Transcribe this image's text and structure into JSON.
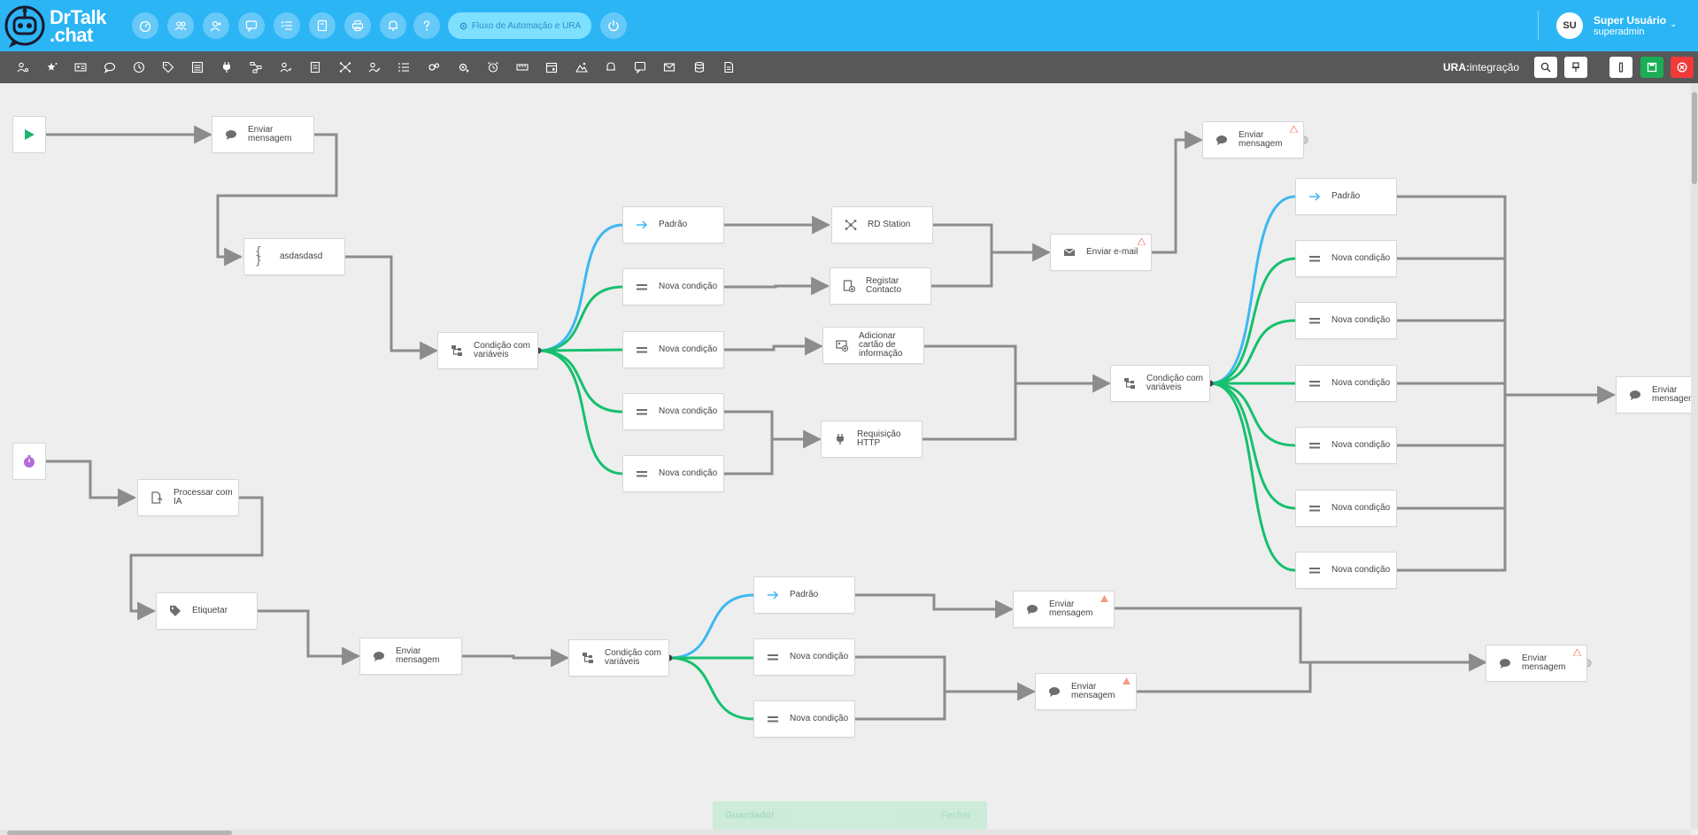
{
  "app": {
    "logo_line1": "DrTalk",
    "logo_line2": ".chat",
    "brand_color": "#2bb5f5",
    "toolbar_color": "#585858"
  },
  "header": {
    "nav_icons": [
      "dashboard-icon",
      "users-icon",
      "user-plus-icon",
      "chat-icon",
      "checklist-icon",
      "book-icon",
      "printer-icon",
      "bell-icon",
      "help-icon"
    ],
    "flow_button": "Fluxo de Automação e URA",
    "power_icon": "power-icon",
    "user": {
      "initials": "SU",
      "name": "Super Usuário",
      "role": "superadmin"
    }
  },
  "toolbar": {
    "tools": [
      "user-key-icon",
      "star-icon",
      "id-card-icon",
      "message-icon",
      "clock-icon",
      "tag-icon",
      "list-icon",
      "plug-icon",
      "flow-icon",
      "user-check-icon",
      "document-icon",
      "network-icon",
      "user-edit-icon",
      "tasks-icon",
      "gears-icon",
      "robot-gear-icon",
      "alarm-icon",
      "ruler-icon",
      "calendar-icon",
      "image-icon",
      "notification-icon",
      "chat-screen-icon",
      "mail-icon",
      "database-icon",
      "file-icon"
    ],
    "ura_prefix": "URA:",
    "ura_name": "integração",
    "right_buttons": [
      "search-icon",
      "pin-icon",
      "info-icon",
      "save-icon",
      "close-icon"
    ],
    "save_color": "#1aae55",
    "close_color": "#f03a3a"
  },
  "nodes": {
    "n1": "Enviar\nmensagem",
    "n2": "asdasdasd",
    "n3": "Condição com\nvariáveis",
    "n4": "Padrão",
    "n5": "Nova condição",
    "n6": "Nova condição",
    "n7": "Nova condição",
    "n8": "Nova condição",
    "n9": "RD Station",
    "n10": "Registar\nContacto",
    "n11": "Adicionar\ncartão de\ninformação",
    "n12": "Requisição\nHTTP",
    "n13": "Enviar e-mail",
    "n14": "Enviar\nmensagem",
    "n15": "Condição com\nvariáveis",
    "n16": "Padrão",
    "n17": "Nova condição",
    "n18": "Nova condição",
    "n19": "Nova condição",
    "n20": "Nova condição",
    "n21": "Nova condição",
    "n22": "Nova condição",
    "n23": "Enviar\nmensagem",
    "n24": "Processar com\nIA",
    "n25": "Etiquetar",
    "n26": "Enviar\nmensagem",
    "n27": "Condição com\nvariáveis",
    "n28": "Padrão",
    "n29": "Nova condição",
    "n30": "Nova condição",
    "n31": "Enviar\nmensagem",
    "n32": "Enviar\nmensagem",
    "n33": "Enviar\nmensagem"
  },
  "toast": {
    "title": "Guardado!",
    "close_label": "Fechar"
  },
  "colors": {
    "default_branch": "#3db8f0",
    "condition_branch": "#16c06e",
    "edge": "#8c8c8c",
    "warning": "#f39b86"
  }
}
